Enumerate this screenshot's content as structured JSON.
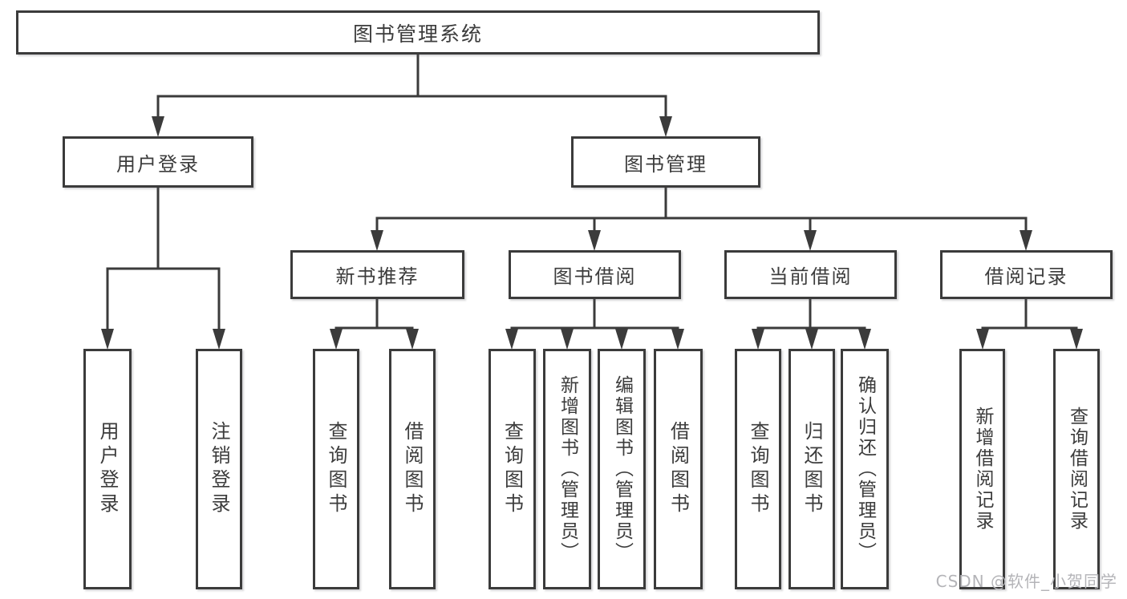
{
  "diagram": {
    "root": {
      "label": "图书管理系统",
      "children": [
        {
          "label": "用户登录",
          "children": [
            {
              "label": "用户登录"
            },
            {
              "label": "注销登录"
            }
          ]
        },
        {
          "label": "图书管理",
          "children": [
            {
              "label": "新书推荐",
              "children": [
                {
                  "label": "查询图书"
                },
                {
                  "label": "借阅图书"
                }
              ]
            },
            {
              "label": "图书借阅",
              "children": [
                {
                  "label": "查询图书"
                },
                {
                  "label": "新增图书（管理员）"
                },
                {
                  "label": "编辑图书（管理员）"
                },
                {
                  "label": "借阅图书"
                }
              ]
            },
            {
              "label": "当前借阅",
              "children": [
                {
                  "label": "查询图书"
                },
                {
                  "label": "归还图书"
                },
                {
                  "label": "确认归还（管理员）"
                }
              ]
            },
            {
              "label": "借阅记录",
              "children": [
                {
                  "label": "新增借阅记录"
                },
                {
                  "label": "查询借阅记录"
                }
              ]
            }
          ]
        }
      ]
    }
  },
  "watermark": {
    "text": "CSDN @软件_小贺同学"
  },
  "colors": {
    "line": "#3b3b3b",
    "text": "#3c3c3c",
    "watermark": "#b4b4b8"
  }
}
